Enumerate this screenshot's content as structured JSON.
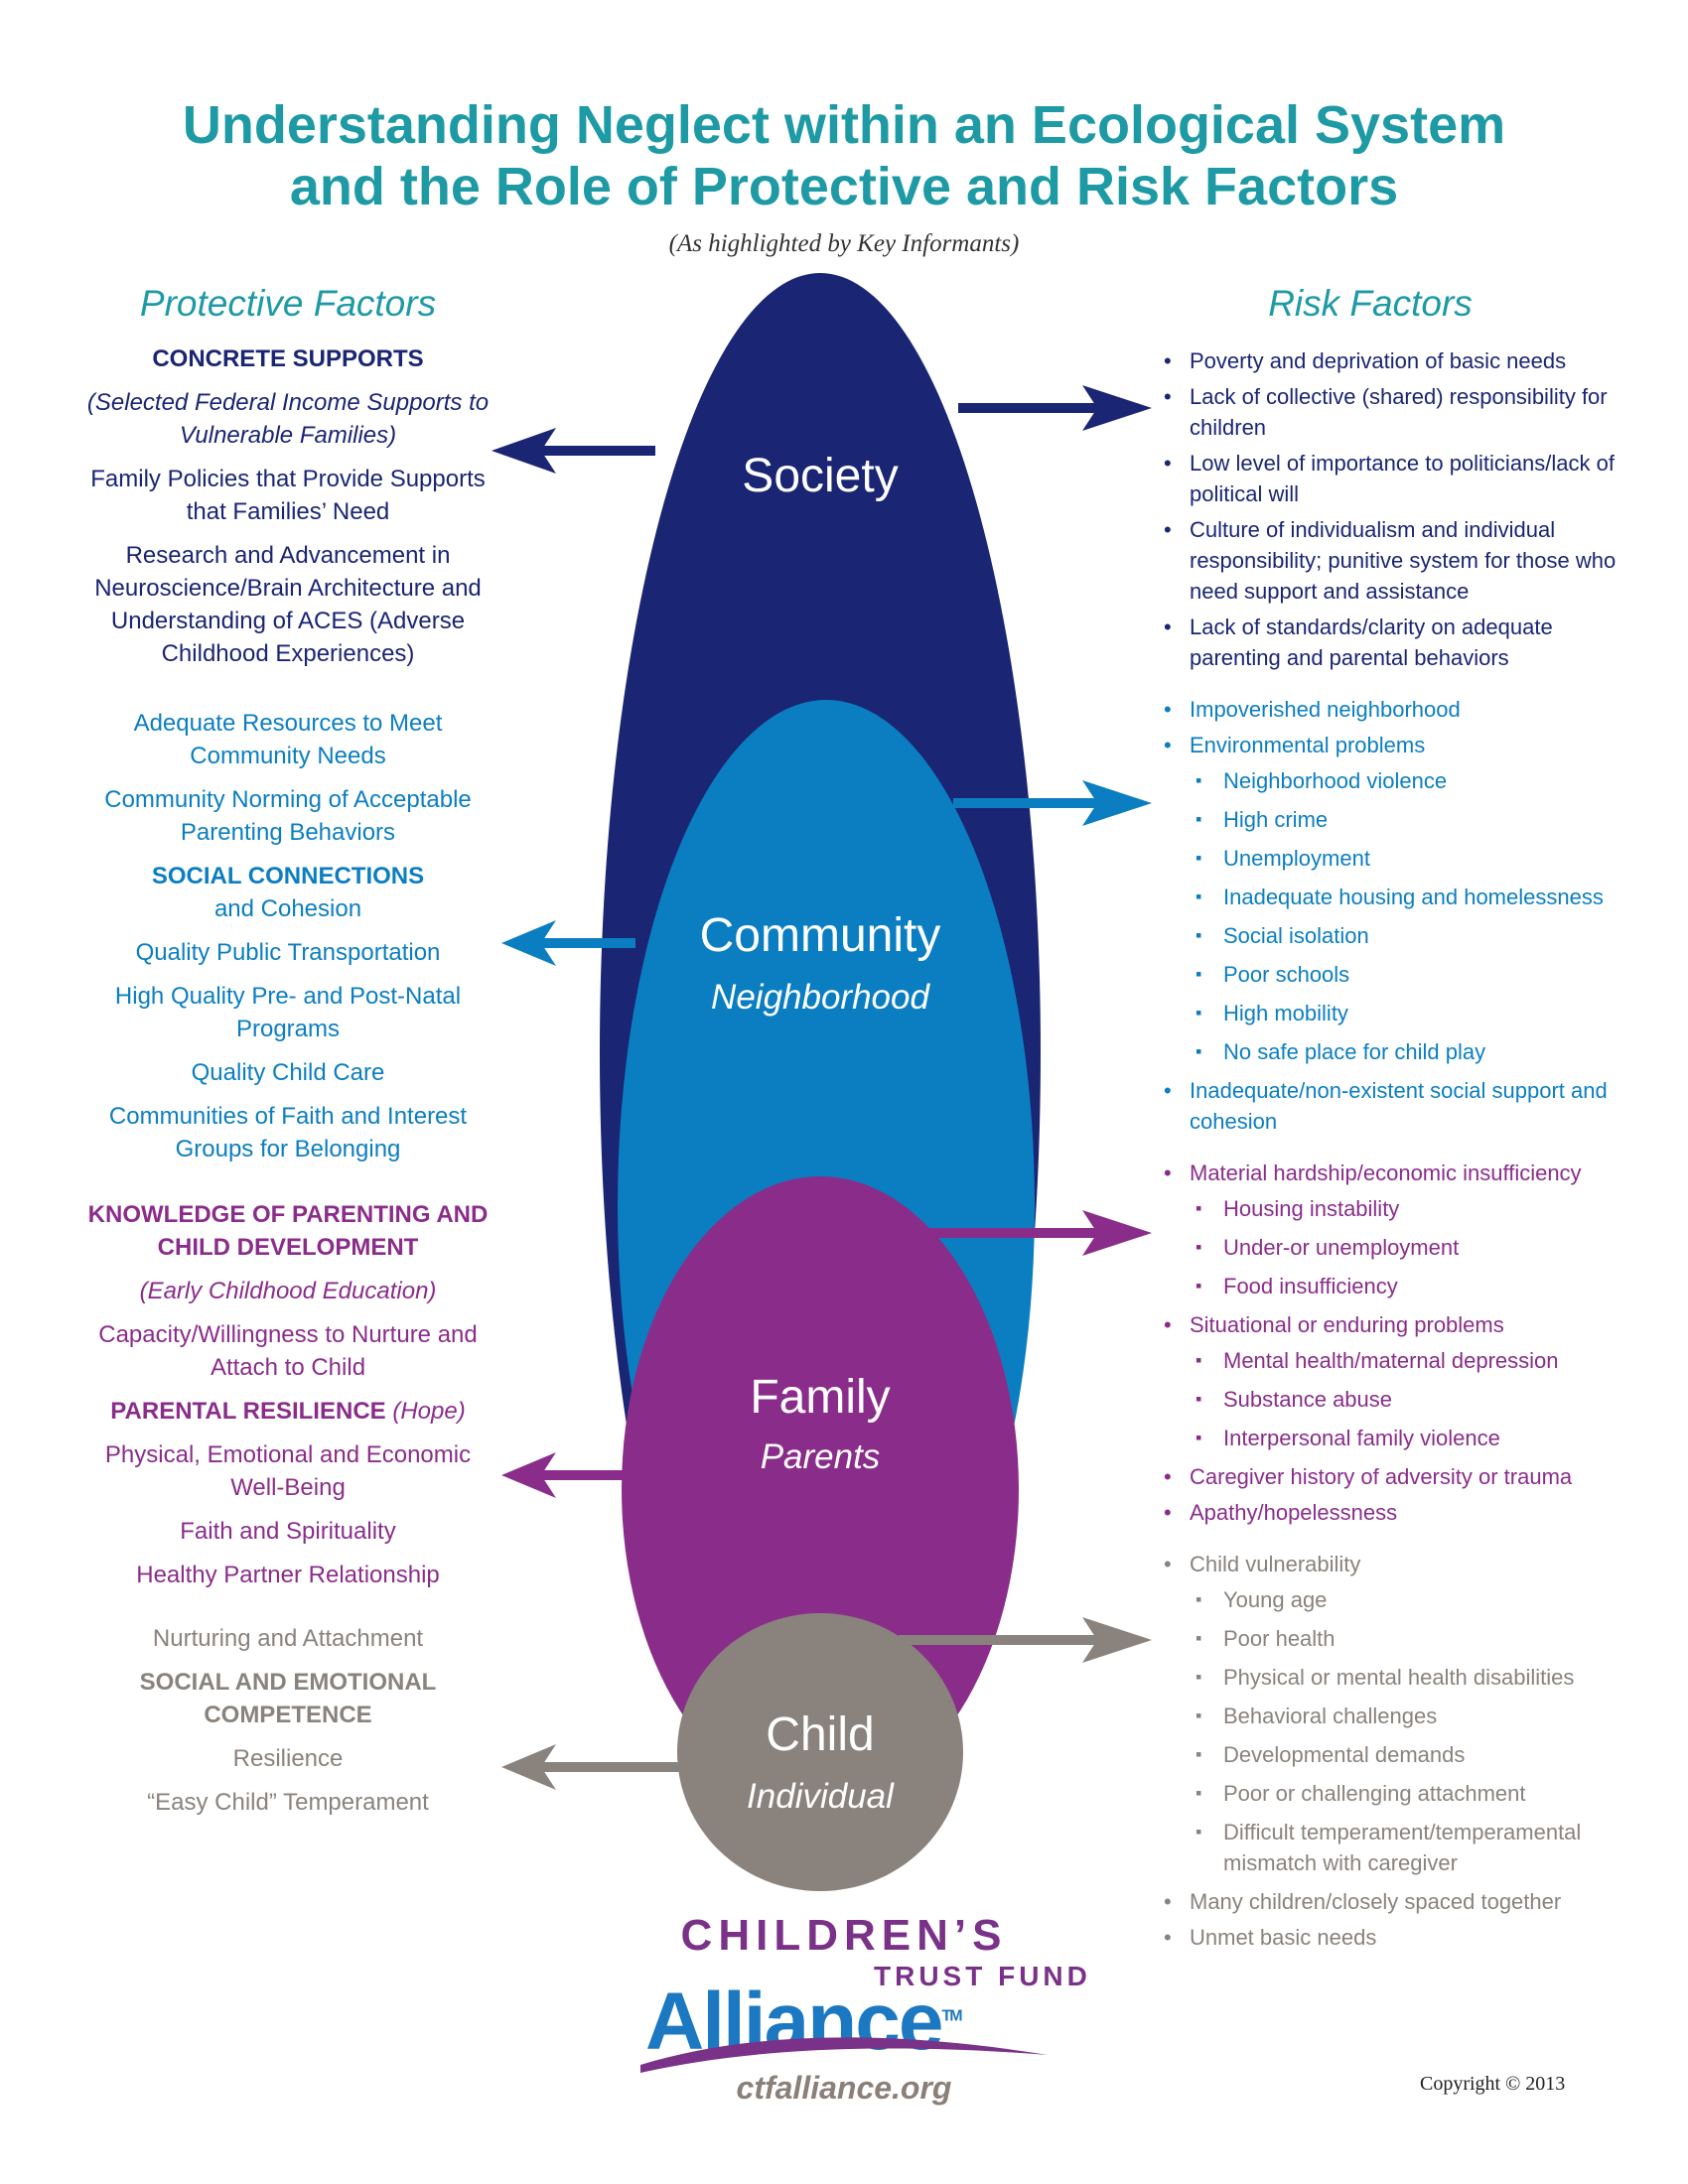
{
  "header": {
    "title_line1": "Understanding Neglect within an Ecological System",
    "title_line2": "and the Role of Protective and Risk Factors",
    "subtitle": "(As highlighted by Key Informants)"
  },
  "columns": {
    "protective_title": "Protective Factors",
    "risk_title": "Risk Factors"
  },
  "ellipses": {
    "society": "Society",
    "community": "Community",
    "community_sub": "Neighborhood",
    "family": "Family",
    "family_sub": "Parents",
    "child": "Child",
    "child_sub": "Individual"
  },
  "colors": {
    "society": "#1a2573",
    "community": "#0b7ec1",
    "family": "#8a2d8a",
    "child": "#8a827c",
    "title": "#1e9aa5"
  },
  "protective": {
    "society": [
      {
        "text": "CONCRETE SUPPORTS",
        "style": "head"
      },
      {
        "text": "(Selected Federal Income Supports to Vulnerable Families)",
        "style": "ital"
      },
      {
        "text": "Family Policies that Provide Supports that Families’ Need",
        "style": ""
      },
      {
        "text": "Research and Advancement in Neuroscience/Brain Architecture and Understanding of ACES (Adverse Childhood Experiences)",
        "style": ""
      }
    ],
    "community": [
      {
        "text": "Adequate Resources to Meet Community Needs",
        "style": ""
      },
      {
        "text": "Community Norming of Acceptable Parenting Behaviors",
        "style": ""
      },
      {
        "text": "SOCIAL CONNECTIONS",
        "style": "head"
      },
      {
        "text": "and Cohesion",
        "style": "tight"
      },
      {
        "text": "Quality Public Transportation",
        "style": ""
      },
      {
        "text": "High Quality Pre- and Post-Natal Programs",
        "style": ""
      },
      {
        "text": "Quality Child Care",
        "style": ""
      },
      {
        "text": "Communities of Faith and Interest Groups for Belonging",
        "style": ""
      }
    ],
    "family": [
      {
        "text": "KNOWLEDGE OF PARENTING AND CHILD DEVELOPMENT",
        "style": "head"
      },
      {
        "text": "(Early Childhood Education)",
        "style": "ital"
      },
      {
        "text": "Capacity/Willingness to Nurture and Attach to Child",
        "style": ""
      },
      {
        "text": "PARENTAL RESILIENCE",
        "style": "head-inline",
        "suffix": "(Hope)"
      },
      {
        "text": "Physical, Emotional and Economic Well-Being",
        "style": ""
      },
      {
        "text": "Faith and Spirituality",
        "style": ""
      },
      {
        "text": "Healthy Partner Relationship",
        "style": ""
      }
    ],
    "child": [
      {
        "text": "Nurturing and Attachment",
        "style": ""
      },
      {
        "text": "SOCIAL AND EMOTIONAL COMPETENCE",
        "style": "head"
      },
      {
        "text": "Resilience",
        "style": ""
      },
      {
        "text": "“Easy Child” Temperament",
        "style": ""
      }
    ]
  },
  "risk": {
    "society": [
      {
        "text": "Poverty and deprivation of basic needs",
        "sub": false
      },
      {
        "text": "Lack of collective (shared) responsibility for children",
        "sub": false
      },
      {
        "text": "Low level of importance to politicians/lack of political will",
        "sub": false
      },
      {
        "text": "Culture of individualism and individual responsibility; punitive system for those who need support and assistance",
        "sub": false
      },
      {
        "text": "Lack of standards/clarity on adequate parenting and parental behaviors",
        "sub": false
      }
    ],
    "community": [
      {
        "text": "Impoverished neighborhood",
        "sub": false
      },
      {
        "text": "Environmental problems",
        "sub": false
      },
      {
        "text": "Neighborhood violence",
        "sub": true
      },
      {
        "text": "High crime",
        "sub": true
      },
      {
        "text": "Unemployment",
        "sub": true
      },
      {
        "text": "Inadequate housing and homelessness",
        "sub": true
      },
      {
        "text": "Social isolation",
        "sub": true
      },
      {
        "text": "Poor schools",
        "sub": true
      },
      {
        "text": "High mobility",
        "sub": true
      },
      {
        "text": "No safe place for child play",
        "sub": true
      },
      {
        "text": "Inadequate/non-existent social support and cohesion",
        "sub": false
      }
    ],
    "family": [
      {
        "text": "Material hardship/economic insufficiency",
        "sub": false
      },
      {
        "text": "Housing instability",
        "sub": true
      },
      {
        "text": "Under-or unemployment",
        "sub": true
      },
      {
        "text": "Food insufficiency",
        "sub": true
      },
      {
        "text": "Situational or enduring problems",
        "sub": false
      },
      {
        "text": "Mental health/maternal depression",
        "sub": true
      },
      {
        "text": "Substance abuse",
        "sub": true
      },
      {
        "text": "Interpersonal family violence",
        "sub": true
      },
      {
        "text": "Caregiver history of adversity or trauma",
        "sub": false
      },
      {
        "text": "Apathy/hopelessness",
        "sub": false
      }
    ],
    "child": [
      {
        "text": "Child vulnerability",
        "sub": false
      },
      {
        "text": "Young age",
        "sub": true
      },
      {
        "text": "Poor health",
        "sub": true
      },
      {
        "text": "Physical or mental health disabilities",
        "sub": true
      },
      {
        "text": "Behavioral challenges",
        "sub": true
      },
      {
        "text": "Developmental demands",
        "sub": true
      },
      {
        "text": "Poor or challenging attachment",
        "sub": true
      },
      {
        "text": "Difficult temperament/temperamental mismatch with caregiver",
        "sub": true
      },
      {
        "text": "Many children/closely spaced together",
        "sub": false
      },
      {
        "text": "Unmet basic needs",
        "sub": false
      }
    ]
  },
  "logo": {
    "line1": "CHILDREN’S",
    "line2": "TRUST FUND",
    "line3": "Alliance",
    "tm": "TM",
    "url": "ctfalliance.org"
  },
  "footer": {
    "copyright": "Copyright © 2013"
  }
}
